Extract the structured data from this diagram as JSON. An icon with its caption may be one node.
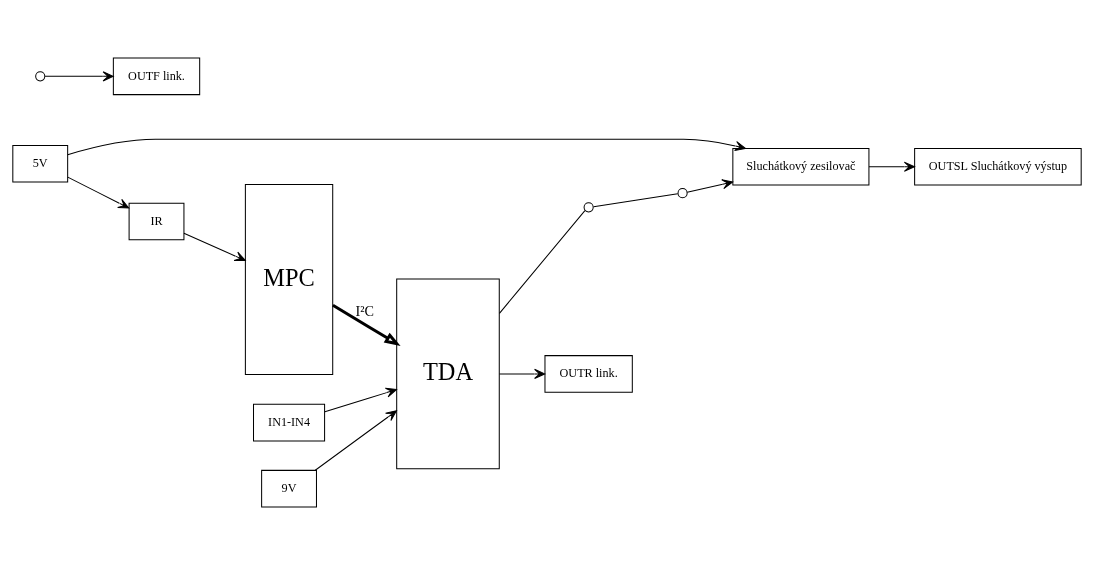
{
  "diagram": {
    "nodes": [
      {
        "text": [
          "MPC"
        ]
      },
      {
        "text": [
          "IN1-IN4"
        ]
      },
      {
        "text": [
          "TDA"
        ]
      },
      {
        "text": [],
        "shape": "circle"
      },
      {
        "text": [],
        "shape": "circle"
      },
      {
        "text": [],
        "shape": "circle"
      },
      {
        "text": [
          "Sluchátkový zesilovač"
        ]
      },
      {
        "text": [
          "OUTSL Sluchátkový výstup"
        ]
      },
      {
        "text": [
          "OUTF link."
        ]
      },
      {
        "text": [
          "OUTR link."
        ]
      },
      {
        "text": [
          "IR"
        ]
      },
      {
        "text": [
          "9V"
        ]
      },
      {
        "text": [
          "5V"
        ]
      }
    ],
    "edges": [
      {
        "from": 1,
        "to": 2,
        "arrow": "to"
      },
      {
        "from": 0,
        "to": 2,
        "arrow": "to",
        "label": "I²C",
        "style": "thick"
      },
      {
        "from": 2,
        "to": 3,
        "arrow": "none"
      },
      {
        "from": 3,
        "to": 4,
        "arrow": "none"
      },
      {
        "from": 4,
        "to": 6,
        "arrow": "to"
      },
      {
        "from": 5,
        "to": 8,
        "arrow": "to"
      },
      {
        "from": 2,
        "to": 9,
        "arrow": "to"
      },
      {
        "from": 6,
        "to": 7,
        "arrow": "to"
      },
      {
        "from": 11,
        "to": 2,
        "arrow": "to"
      },
      {
        "from": 10,
        "to": 0,
        "arrow": "to"
      },
      {
        "from": 12,
        "to": 10,
        "arrow": "to"
      },
      {
        "from": 12,
        "to": 6,
        "arrow": "to"
      }
    ]
  }
}
